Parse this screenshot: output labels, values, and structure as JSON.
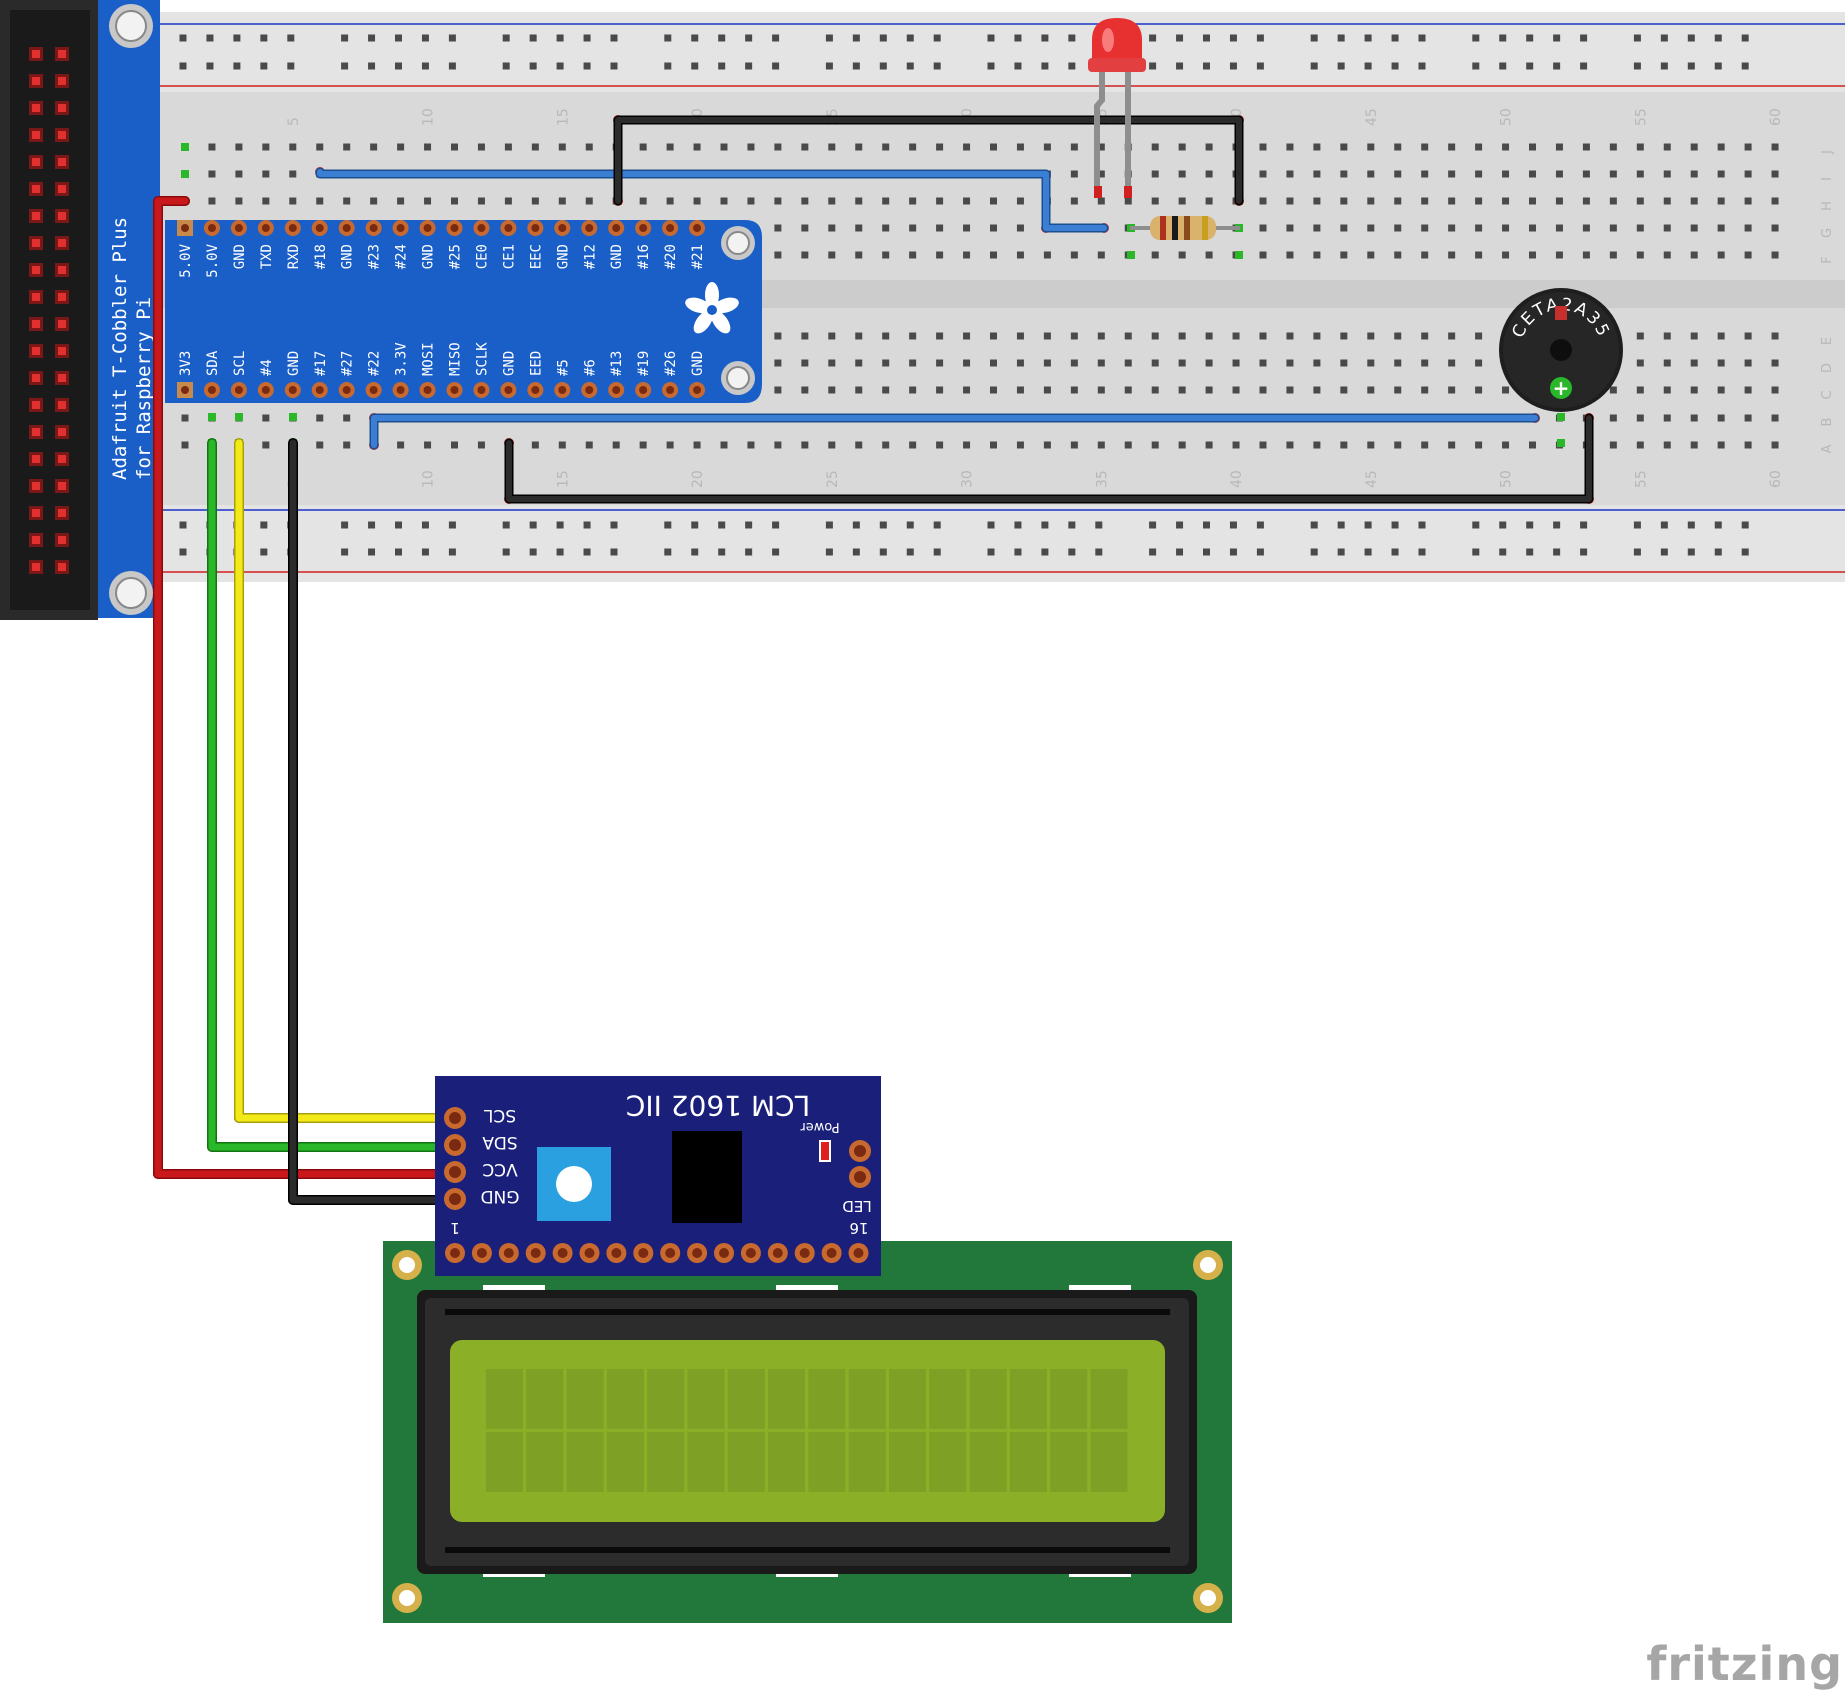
{
  "cobbler": {
    "title_line1": "Adafruit T-Cobbler Plus",
    "title_line2": "for Raspberry Pi",
    "top_pins": [
      "5.0V",
      "5.0V",
      "GND",
      "TXD",
      "RXD",
      "#18",
      "GND",
      "#23",
      "#24",
      "GND",
      "#25",
      "CE0",
      "CE1",
      "EEC",
      "GND",
      "#12",
      "GND",
      "#16",
      "#20",
      "#21"
    ],
    "bottom_pins": [
      "3V3",
      "SDA",
      "SCL",
      "#4",
      "GND",
      "#17",
      "#27",
      "#22",
      "3.3V",
      "MOSI",
      "MISO",
      "SCLK",
      "GND",
      "EED",
      "#5",
      "#6",
      "#13",
      "#19",
      "#26",
      "GND"
    ]
  },
  "breadboard": {
    "top_numbers": [
      "5",
      "10",
      "15",
      "20",
      "25",
      "30",
      "35",
      "40",
      "45",
      "50",
      "55",
      "60"
    ],
    "bottom_numbers": [
      "5",
      "10",
      "15",
      "20",
      "25",
      "30",
      "35",
      "40",
      "45",
      "50",
      "55",
      "60"
    ],
    "row_letters_top": [
      "J",
      "I",
      "H",
      "G",
      "F"
    ],
    "row_letters_bottom": [
      "E",
      "D",
      "C",
      "B",
      "A"
    ]
  },
  "buzzer": {
    "label": "CETA2A35",
    "plus": "+"
  },
  "i2c_board": {
    "title": "LCM 1602 IIC",
    "power_label": "Power",
    "led_label": "LED",
    "pin_labels": [
      "SCL",
      "SDA",
      "VCC",
      "GND"
    ],
    "pin_first": "1",
    "pin_last": "16"
  },
  "logo": {
    "text": "fritzing"
  },
  "colors": {
    "breadboard": "#d9d9d9",
    "cobbler_blue": "#1a5fc8",
    "wire_red": "#c8181c",
    "wire_green": "#2ab82a",
    "wire_yellow": "#f2ea18",
    "wire_black": "#222222",
    "wire_blue": "#3a7fd4",
    "lcd_pcb": "#21783a",
    "lcd_screen": "#8bb028",
    "i2c_board": "#1a1f7a"
  }
}
